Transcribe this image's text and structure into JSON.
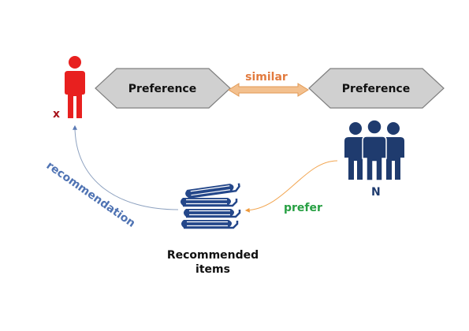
{
  "labels": {
    "preference_left": "Preference",
    "preference_right": "Preference",
    "similar": "similar",
    "user_x": "x",
    "group_n": "N",
    "prefer": "prefer",
    "recommendation": "recommendation",
    "recommended_line1": "Recommended",
    "recommended_line2": "items"
  },
  "colors": {
    "person_red": "#e8201f",
    "x_label": "#a8141c",
    "group_blue": "#1f3b6e",
    "books_blue": "#24478a",
    "hexagon_fill": "#d0d0d0",
    "hexagon_stroke": "#7f7f7f",
    "similar_orange": "#e27b3f",
    "double_arrow_fill": "#f3c08e",
    "prefer_green": "#27a043",
    "recommendation_blue": "#4f73b3",
    "recommend_arrow": "#8ea2c0",
    "prefer_arrow": "#f2a550"
  },
  "icons": {
    "user": "person-icon",
    "group": "people-group-icon",
    "items": "books-icon"
  }
}
